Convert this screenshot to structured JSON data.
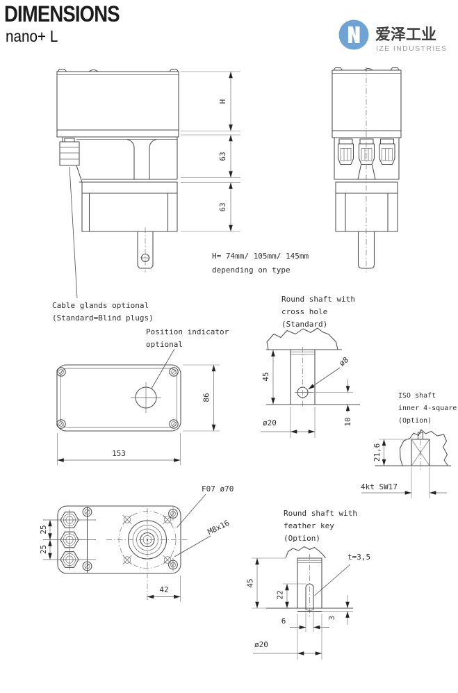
{
  "header": {
    "title": "DIMENSIONS",
    "subtitle": "nano+ L",
    "logo": {
      "name_cn": "爱泽工业",
      "name_en": "IZE INDUSTRIES",
      "circle_color": "#6fa3d4"
    }
  },
  "notes": {
    "height": {
      "line1": "H= 74mm/ 105mm/ 145mm",
      "line2": "depending on type"
    },
    "cable": {
      "line1": "Cable glands optional",
      "line2": "(Standard=Blind plugs)"
    },
    "position": {
      "line1": "Position indicator",
      "line2": "optional"
    }
  },
  "front_view": {
    "dim_h": "H",
    "dim_upper": "63",
    "dim_lower": "63"
  },
  "top_view": {
    "dim_width": "153",
    "dim_height": "86"
  },
  "cross_hole": {
    "title1": "Round shaft with",
    "title2": "cross hole",
    "title3": "(Standard)",
    "dim_len": "45",
    "dim_hole": "ø8",
    "dim_dia": "ø20",
    "dim_offset": "10"
  },
  "iso_shaft": {
    "title1": "ISO shaft",
    "title2": "inner 4-square",
    "title3": "(Option)",
    "dim_depth": "21,6",
    "label_square": "4kt SW17"
  },
  "bottom_view": {
    "dim_gland_pitch_a": "25",
    "dim_gland_pitch_b": "25",
    "dim_center": "42",
    "label_flange": "F07 ø70",
    "label_thread": "M8x16"
  },
  "feather_key": {
    "title1": "Round shaft with",
    "title2": "feather key",
    "title3": "(Option)",
    "dim_len": "45",
    "dim_key_len": "22",
    "dim_key_w": "6",
    "dim_tip": "3",
    "dim_depth": "t=3,5",
    "dim_dia": "ø20"
  }
}
